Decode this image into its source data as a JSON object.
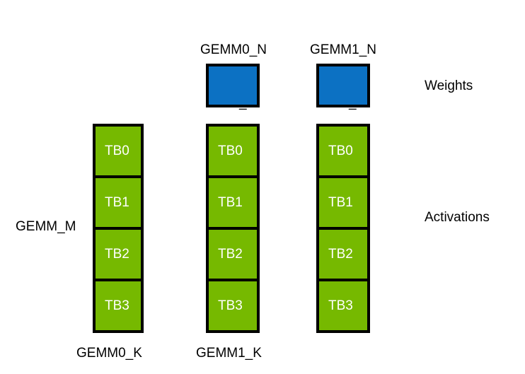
{
  "diagram": {
    "title_labels": {
      "gemm0_n": {
        "line1": "GEMM0_N",
        "line2": "= TB_N"
      },
      "gemm1_n": {
        "line1": "GEMM1_N",
        "line2": "= TB_N"
      }
    },
    "side_labels": {
      "left_m": "GEMM_M",
      "right_weights": "Weights",
      "right_activations": "Activations"
    },
    "bottom_labels": {
      "gemm0_k": "GEMM0_K",
      "gemm1_k": "GEMM1_K"
    },
    "colors": {
      "weights_fill": "#0c71c3",
      "activations_fill": "#76b900",
      "border": "#000000",
      "cell_text": "#ffffff",
      "label_text": "#000000",
      "background": "#ffffff"
    },
    "weight_blocks": [
      {
        "name": "gemm0-weights"
      },
      {
        "name": "gemm1-weights"
      }
    ],
    "activation_columns": [
      {
        "name": "activations-column-0",
        "cells": [
          {
            "label": "TB0"
          },
          {
            "label": "TB1"
          },
          {
            "label": "TB2"
          },
          {
            "label": "TB3"
          }
        ]
      },
      {
        "name": "activations-column-1",
        "cells": [
          {
            "label": "TB0"
          },
          {
            "label": "TB1"
          },
          {
            "label": "TB2"
          },
          {
            "label": "TB3"
          }
        ]
      },
      {
        "name": "activations-column-2",
        "cells": [
          {
            "label": "TB0"
          },
          {
            "label": "TB1"
          },
          {
            "label": "TB2"
          },
          {
            "label": "TB3"
          }
        ]
      }
    ]
  }
}
